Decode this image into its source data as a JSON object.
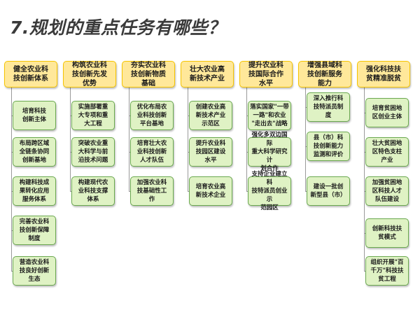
{
  "title": "7.规划的重点任务有哪些？",
  "columns": [
    {
      "heading": "健全农业科\n技创新体系",
      "items": [
        "培育科技\n创新主体",
        "布局跨区域\n全链条协同\n创新基地",
        "构建科技成\n果转化应用\n服务体系",
        "完善农业科\n技创新保障\n制度",
        "营造农业科\n技良好创新\n生态"
      ]
    },
    {
      "heading": "构筑农业科\n技创新先发\n优势",
      "items": [
        "实施部署重\n大专项和重\n大工程",
        "突破农业重\n大科学与前\n沿技术问题",
        "构建现代农\n业科技支撑\n体系"
      ]
    },
    {
      "heading": "夯实农业科\n技创新物质\n基础",
      "items": [
        "优化布局农\n业科技创新\n平台基地",
        "培育壮大农\n业科技创新\n人才队伍",
        "加强农业科\n技基础性工\n作"
      ]
    },
    {
      "heading": "壮大农业高\n新技术产业",
      "items": [
        "创建农业高\n新技术产业\n示范区",
        "提升农业科\n技园区建设\n水平",
        "培育农业高\n新技术企业"
      ]
    },
    {
      "heading": "提升农业科\n技国际合作\n水平",
      "items": [
        "落实国家\"一带\n一路\"和农业\n\"走出去\"战略",
        "强化多双边国际\n重大科学研究计\n划合作",
        "支持企业建立科\n技特派员创业示\n范园区"
      ]
    },
    {
      "heading": "增强县域科\n技创新服务\n能力",
      "items": [
        "深入推行科\n技特派员制\n度",
        "县（市）科\n技创新能力\n监测和评价",
        "建设一批创\n新型县（市）"
      ]
    },
    {
      "heading": "强化科技扶\n贫精准脱贫",
      "items": [
        "培育贫困地\n区创业主体",
        "壮大贫困地\n区特色支柱\n产业",
        "加强贫困地\n区科技人才\n队伍建设",
        "创新科技扶\n贫模式",
        "组织开展\"百\n千万\"科技扶\n贫工程"
      ]
    }
  ]
}
